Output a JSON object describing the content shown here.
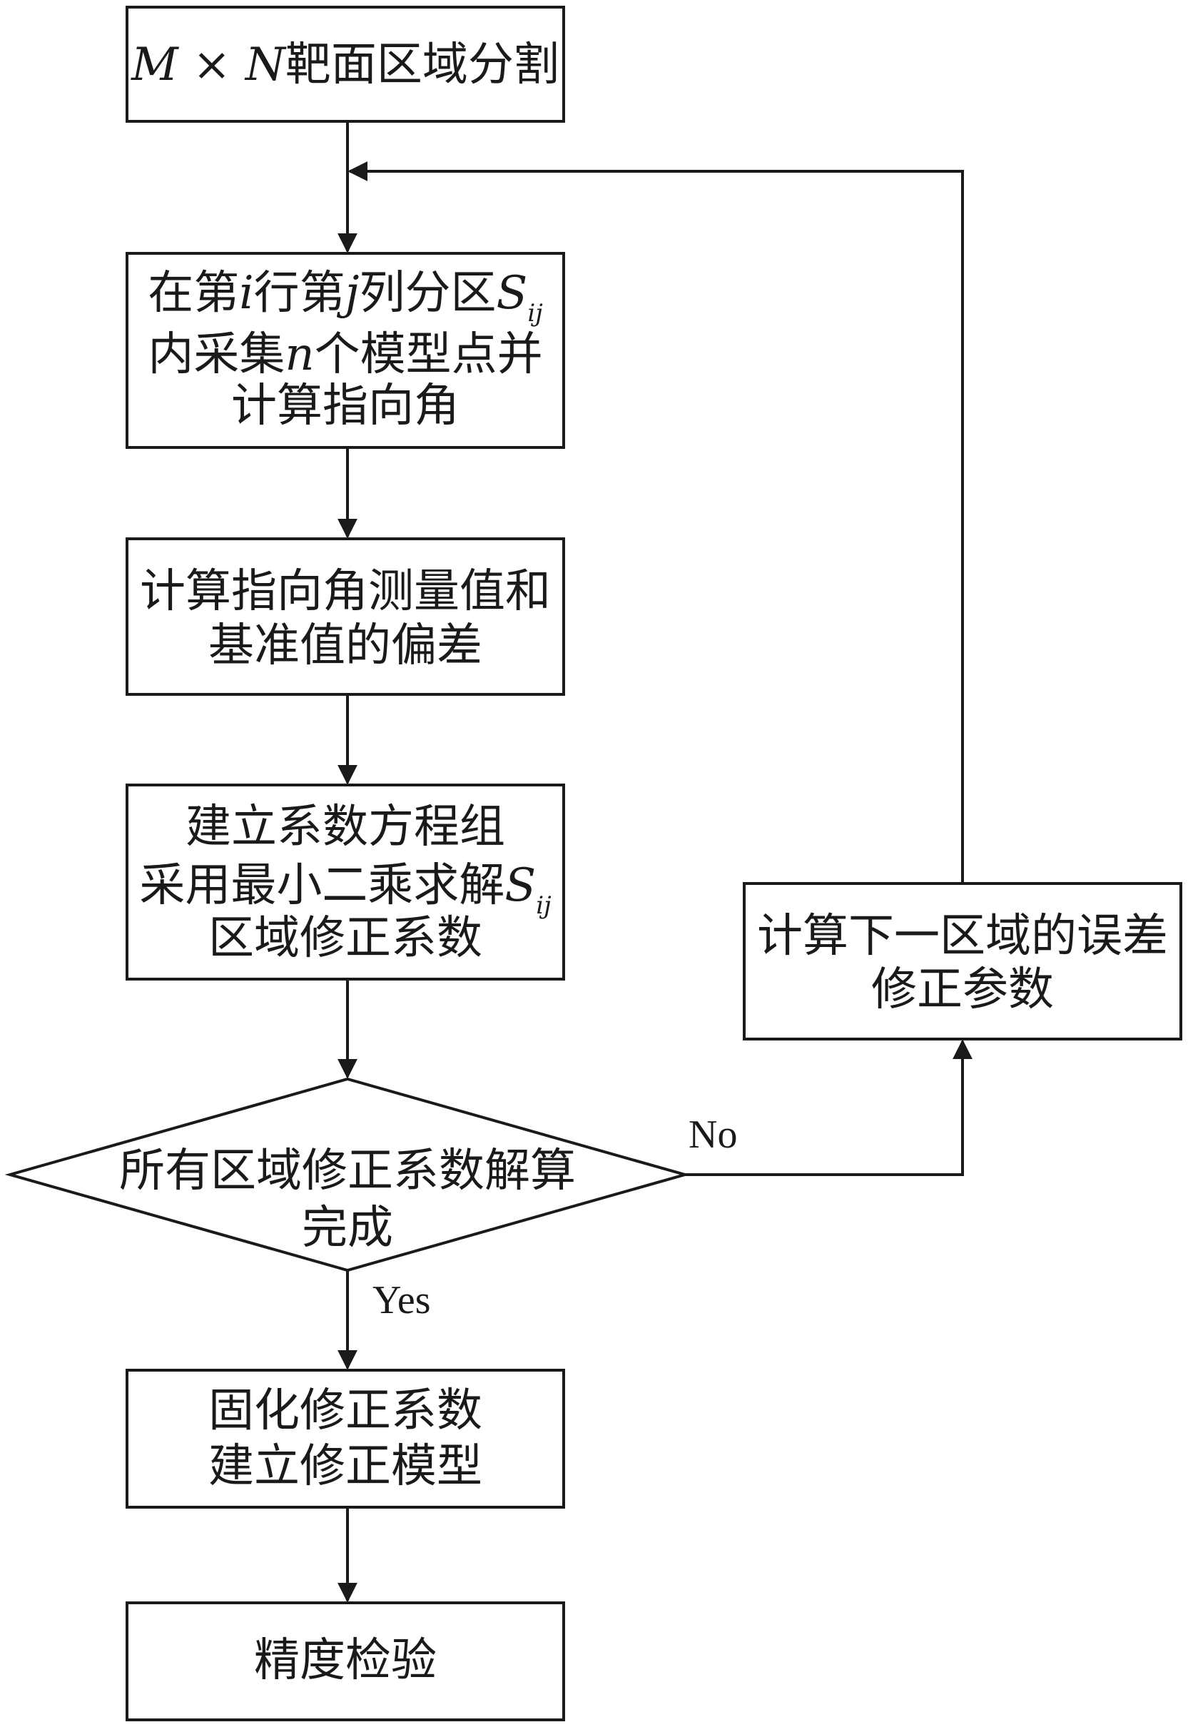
{
  "nodes": {
    "segment": {
      "var_m": "M",
      "times": " × ",
      "var_n": "N",
      "text": "靶面区域分割"
    },
    "collect": {
      "line1_a": "在第",
      "var_i": "i",
      "line1_b": "行第",
      "var_j": "j",
      "line1_c": "列分区",
      "var_s": "S",
      "sub_ij": "ij",
      "line2_a": "内采集",
      "var_n": "n",
      "line2_b": "个模型点并",
      "line3": "计算指向角"
    },
    "deviation": {
      "line1": "计算指向角测量值和",
      "line2": "基准值的偏差"
    },
    "solve": {
      "line1": "建立系数方程组",
      "line2_a": "采用最小二乘求解",
      "var_s": "S",
      "sub_ij": "ij",
      "line3": "区域修正系数"
    },
    "decision": {
      "line1": "所有区域修正系数解算",
      "line2": "完成"
    },
    "next_region": {
      "line1": "计算下一区域的误差",
      "line2": "修正参数"
    },
    "fix": {
      "line1": "固化修正系数",
      "line2": "建立修正模型"
    },
    "verify": {
      "line1": "精度检验"
    }
  },
  "edges": {
    "no_label": "No",
    "yes_label": "Yes"
  }
}
